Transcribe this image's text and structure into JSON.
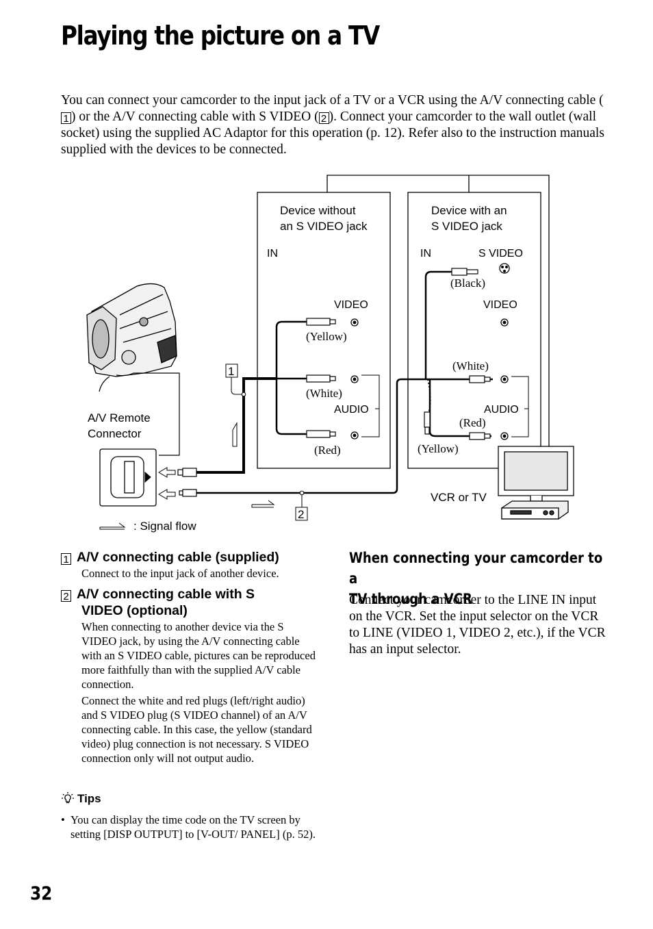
{
  "page_title": "Playing the picture on a TV",
  "intro": {
    "part1": "You can connect your camcorder to the input jack of a TV or a VCR using the A/V connecting cable (",
    "mark1": "1",
    "part2": ") or the A/V connecting cable with S VIDEO (",
    "mark2": "2",
    "part3": "). Connect your camcorder to the wall outlet (wall socket) using the supplied AC Adaptor for this operation (p. 12). Refer also to the instruction manuals supplied with the devices to be connected."
  },
  "diagram": {
    "device_without_line1": "Device without",
    "device_without_line2": "an S VIDEO jack",
    "device_with_line1": "Device with an",
    "device_with_line2": "S VIDEO jack",
    "in_left": "IN",
    "in_right": "IN",
    "s_video": "S VIDEO",
    "video_left": "VIDEO",
    "video_right": "VIDEO",
    "audio_left": "AUDIO",
    "audio_right": "AUDIO",
    "yellow_left": "(Yellow)",
    "white_left": "(White)",
    "red_left": "(Red)",
    "black": "(Black)",
    "white_right": "(White)",
    "red_right": "(Red)",
    "yellow_right": "(Yellow)",
    "av_remote_line1": "A/V Remote",
    "av_remote_line2": "Connector",
    "vcr_or_tv": "VCR or TV",
    "signal_flow": ": Signal flow",
    "callout1": "1",
    "callout2": "2"
  },
  "items": [
    {
      "mark": "1",
      "heading": "A/V connecting cable (supplied)",
      "body": [
        "Connect to the input jack of another device."
      ]
    },
    {
      "mark": "2",
      "heading_line1": "A/V connecting cable with S",
      "heading_line2": "VIDEO (optional)",
      "body": [
        "When connecting to another device via the S VIDEO jack, by using the A/V connecting cable with an S VIDEO cable, pictures can be reproduced more faithfully than with the supplied A/V cable connection.",
        "Connect the white and red plugs (left/right audio) and S VIDEO plug (S VIDEO channel) of an A/V connecting cable. In this case, the yellow (standard video) plug connection is not necessary. S VIDEO connection only will not output audio."
      ]
    }
  ],
  "tips": {
    "heading": "Tips",
    "items": [
      "You can display the time code on the TV screen by setting [DISP OUTPUT] to [V-OUT/ PANEL] (p. 52)."
    ]
  },
  "vcr_section": {
    "heading_line1": "When connecting your camcorder to a",
    "heading_line2": "TV through a VCR",
    "body": "Connect your camcorder to the LINE IN input on the VCR. Set the input selector on the VCR to LINE (VIDEO 1, VIDEO 2, etc.), if the VCR has an input selector."
  },
  "page_number": "32"
}
